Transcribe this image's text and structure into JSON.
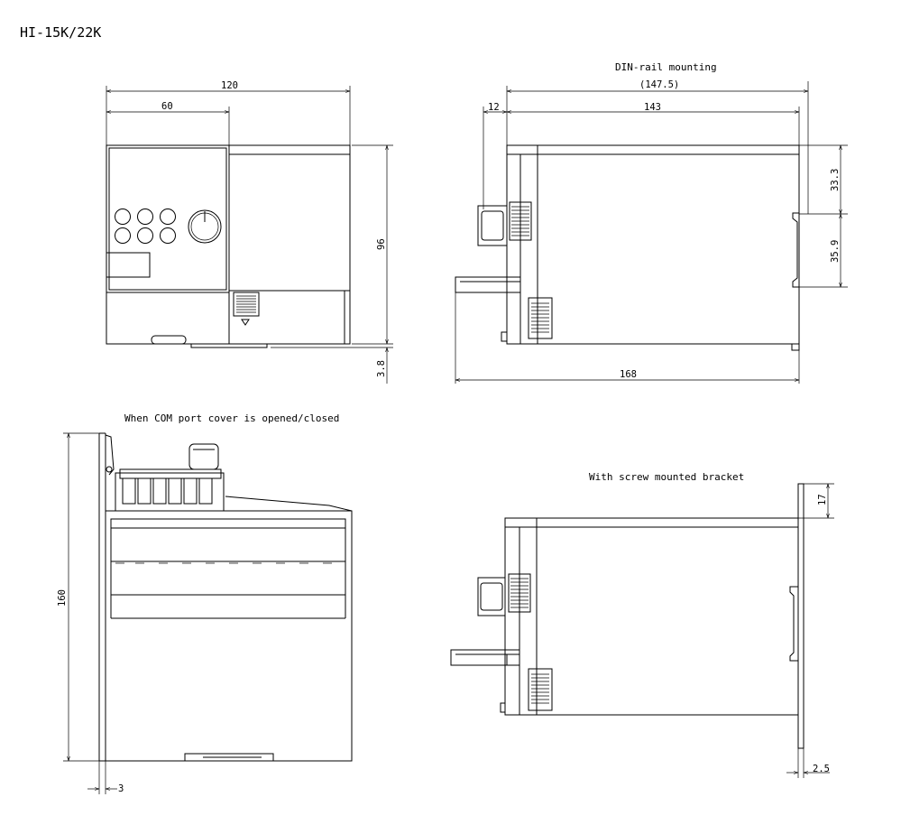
{
  "title": "HI-15K/22K",
  "captions": {
    "din_rail": "DIN-rail mounting",
    "com_port": "When COM port cover is opened/closed",
    "screw_bracket": "With screw mounted bracket"
  },
  "dimensions": {
    "front_width": "120",
    "front_half": "60",
    "front_height": "96",
    "front_foot": "3.8",
    "side_total": "(147.5)",
    "side_left": "12",
    "side_main": "143",
    "side_top": "33.3",
    "side_rail": "35.9",
    "side_bottom": "168",
    "cover_height": "160",
    "cover_offset": "3",
    "bracket_top": "17",
    "bracket_thickness": "2.5"
  }
}
